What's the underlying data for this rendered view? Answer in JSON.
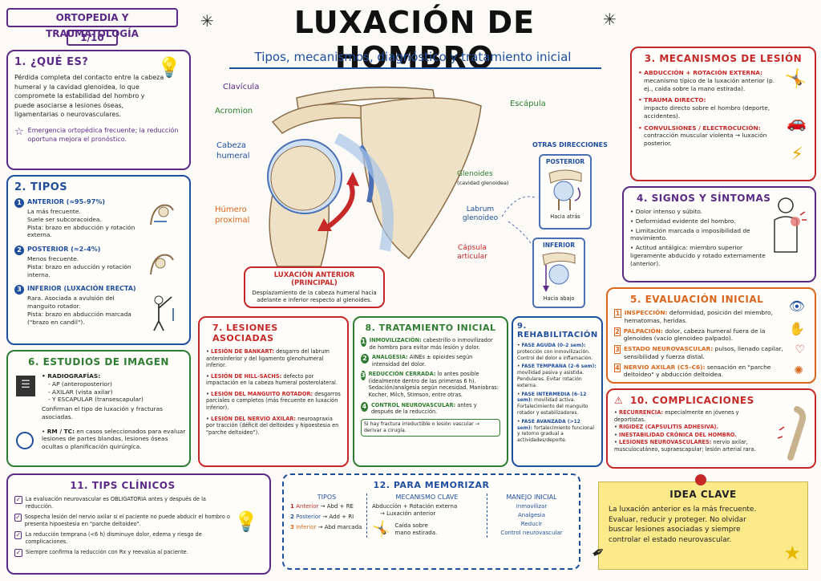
{
  "header": {
    "specialty": "ORTOPEDIA Y TRAUMATOLOGÍA",
    "page": "1/10",
    "title": "LUXACIÓN DE HOMBRO",
    "subtitle": "Tipos, mecanismos, diagnóstico y tratamiento inicial"
  },
  "que_es": {
    "title": "1. ¿QUÉ ES?",
    "text": "Pérdida completa del contacto entre la cabeza humeral y la cavidad glenoidea, lo que compromete la estabilidad del hombro y puede asociarse a lesiones óseas, ligamentarias o neurovasculares.",
    "note": "Emergencia ortopédica frecuente; la reducción oportuna mejora el pronóstico."
  },
  "tipos": {
    "title": "2. TIPOS",
    "items": [
      {
        "num": "1",
        "name": "ANTERIOR (≈95–97%)",
        "lines": [
          "La más frecuente.",
          "Suele ser subcoracoidea.",
          "Pista: brazo en abducción y rotación externa."
        ]
      },
      {
        "num": "2",
        "name": "POSTERIOR (≈2–4%)",
        "lines": [
          "Menos frecuente.",
          "Pista: brazo en aducción y rotación interna."
        ]
      },
      {
        "num": "3",
        "name": "INFERIOR (LUXACIÓN ERECTA)",
        "lines": [
          "Rara. Asociada a avulsión del manguito rotador.",
          "Pista: brazo en abducción marcada (\"brazo en candil\")."
        ]
      }
    ]
  },
  "diagram": {
    "labels": {
      "clavicula": "Clavícula",
      "acromion": "Acromion",
      "cabeza": "Cabeza humeral",
      "humero": "Húmero proximal",
      "escapula": "Escápula",
      "glenoides": "Glenoides",
      "glenoides_sub": "(cavidad glenoidea)",
      "labrum": "Labrum glenoideo",
      "capsula": "Cápsula articular"
    },
    "caption_title": "LUXACIÓN ANTERIOR (PRINCIPAL)",
    "caption_text": "Desplazamiento de la cabeza humeral hacia adelante e inferior respecto al glenoides.",
    "otras": "OTRAS DIRECCIONES",
    "posterior": "POSTERIOR",
    "posterior_sub": "Hacia atrás",
    "inferior": "INFERIOR",
    "inferior_sub": "Hacia abajo"
  },
  "mecanismos": {
    "title": "3. MECANISMOS DE LESIÓN",
    "items": [
      {
        "head": "ABDUCCIÓN + ROTACIÓN EXTERNA:",
        "text": "mecanismo típico de la luxación anterior (p. ej., caída sobre la mano estirada)."
      },
      {
        "head": "TRAUMA DIRECTO:",
        "text": "impacto directo sobre el hombro (deporte, accidentes)."
      },
      {
        "head": "CONVULSIONES / ELECTROCUCIÓN:",
        "text": "contracción muscular violenta → luxación posterior."
      }
    ]
  },
  "signos": {
    "title": "4. SIGNOS Y SÍNTOMAS",
    "items": [
      "Dolor intenso y súbito.",
      "Deformidad evidente del hombro.",
      "Limitación marcada o imposibilidad de movimiento.",
      "Actitud antálgica: miembro superior ligeramente abducido y rotado externamente (anterior)."
    ]
  },
  "evaluacion": {
    "title": "5. EVALUACIÓN INICIAL",
    "items": [
      {
        "num": "1",
        "head": "INSPECCIÓN:",
        "text": "deformidad, posición del miembro, hematomas, heridas."
      },
      {
        "num": "2",
        "head": "PALPACIÓN:",
        "text": "dolor, cabeza humeral fuera de la glenoides (vacío glenoideo palpado)."
      },
      {
        "num": "3",
        "head": "ESTADO NEUROVASCULAR:",
        "text": "pulsos, llenado capilar, sensibilidad y fuerza distal."
      },
      {
        "num": "4",
        "head": "NERVIO AXILAR (C5–C6):",
        "text": "sensación en \"parche deltoideo\" y abducción deltoidea."
      }
    ]
  },
  "estudios": {
    "title": "6. ESTUDIOS DE IMAGEN",
    "rx_head": "RADIOGRAFÍAS:",
    "rx_items": [
      "- AP (anteroposterior)",
      "- AXILAR (vista axilar)",
      "- Y ESCAPULAR (transescapular)"
    ],
    "rx_note": "Confirman el tipo de luxación y fracturas asociadas.",
    "rm_head": "RM / TC:",
    "rm_text": "en casos seleccionados para evaluar lesiones de partes blandas, lesiones óseas ocultas o planificación quirúrgica."
  },
  "lesiones": {
    "title": "7. LESIONES ASOCIADAS",
    "items": [
      {
        "head": "LESIÓN DE BANKART:",
        "text": "desgarro del labrum anteroinferior y del ligamento glenohumeral inferior."
      },
      {
        "head": "LESIÓN DE HILL-SACHS:",
        "text": "defecto por impactación en la cabeza humeral posterolateral."
      },
      {
        "head": "LESIÓN DEL MANGUITO ROTADOR:",
        "text": "desgarros parciales o completos (más frecuente en luxación inferior)."
      },
      {
        "head": "LESIÓN DEL NERVIO AXILAR:",
        "text": "neuroapraxia por tracción (déficit del deltoides y hipoestesia en \"parche deltoideo\")."
      }
    ]
  },
  "tratamiento": {
    "title": "8. TRATAMIENTO INICIAL",
    "items": [
      {
        "num": "1",
        "head": "INMOVILIZACIÓN:",
        "text": "cabestrillo o inmovilizador de hombro para evitar más lesión y dolor."
      },
      {
        "num": "2",
        "head": "ANALGESIA:",
        "text": "AINEs ± opioides según intensidad del dolor."
      },
      {
        "num": "3",
        "head": "REDUCCIÓN CERRADA:",
        "text": "lo antes posible (idealmente dentro de las primeras 6 h). Sedación/analgesia según necesidad. Maniobras: Kocher, Milch, Stimson, entre otras."
      },
      {
        "num": "4",
        "head": "CONTROL NEUROVASCULAR:",
        "text": "antes y después de la reducción."
      }
    ],
    "note": "Si hay fractura irreductible o lesión vascular → derivar a cirugía."
  },
  "rehab": {
    "title": "9. REHABILITACIÓN",
    "items": [
      {
        "head": "FASE AGUDA (0–2 sem):",
        "text": "protección con inmovilización. Control del dolor e inflamación."
      },
      {
        "head": "FASE TEMPRANA (2–6 sem):",
        "text": "movilidad pasiva y asistida. Pendulares. Evitar rotación externa."
      },
      {
        "head": "FASE INTERMEDIA (6–12 sem):",
        "text": "movilidad activa. Fortalecimiento del manguito rotador y estabilizadores."
      },
      {
        "head": "FASE AVANZADA (>12 sem):",
        "text": "fortalecimiento funcional y retorno gradual a actividades/deporte."
      }
    ]
  },
  "complicaciones": {
    "title": "10. COMPLICACIONES",
    "items": [
      {
        "head": "RECURRENCIA:",
        "text": "especialmente en jóvenes y deportistas."
      },
      {
        "head": "RIGIDEZ (CAPSULITIS ADHESIVA).",
        "text": ""
      },
      {
        "head": "INESTABILIDAD CRÓNICA DEL HOMBRO.",
        "text": ""
      },
      {
        "head": "LESIONES NEUROVASCULARES:",
        "text": "nervio axilar, musculocutáneo, supraescapular; lesión arterial rara."
      }
    ]
  },
  "tips": {
    "title": "11. TIPS CLÍNICOS",
    "items": [
      "La evaluación neurovascular es OBLIGATORIA antes y después de la reducción.",
      "Sospecha lesión del nervio axilar si el paciente no puede abducir el hombro o presenta hipoestesia en \"parche deltoideo\".",
      "La reducción temprana (<6 h) disminuye dolor, edema y riesgo de complicaciones.",
      "Siempre confirma la reducción con Rx y reevalúa al paciente."
    ]
  },
  "memorizar": {
    "title": "12. PARA MEMORIZAR",
    "tipos_head": "TIPOS",
    "tipos": [
      {
        "num": "1",
        "name": "Anterior",
        "arrow": "→ Abd + RE"
      },
      {
        "num": "2",
        "name": "Posterior",
        "arrow": "→ Add + RI"
      },
      {
        "num": "3",
        "name": "Inferior",
        "arrow": "→ Abd marcada"
      }
    ],
    "mec_head": "MECANISMO CLAVE",
    "mec_line1": "Abducción + Rotación externa",
    "mec_line2": "→ Luxación anterior",
    "mec_line3": "Caída sobre mano estirada.",
    "manejo_head": "MANEJO INICIAL",
    "manejo": [
      "Inmovilizar",
      "Analgesia",
      "Reducir",
      "Control neurovascular"
    ]
  },
  "idea": {
    "title": "IDEA CLAVE",
    "text": "La luxación anterior es la más frecuente. Evaluar, reducir y proteger. No olvidar buscar lesiones asociadas y siempre controlar el estado neurovascular."
  }
}
